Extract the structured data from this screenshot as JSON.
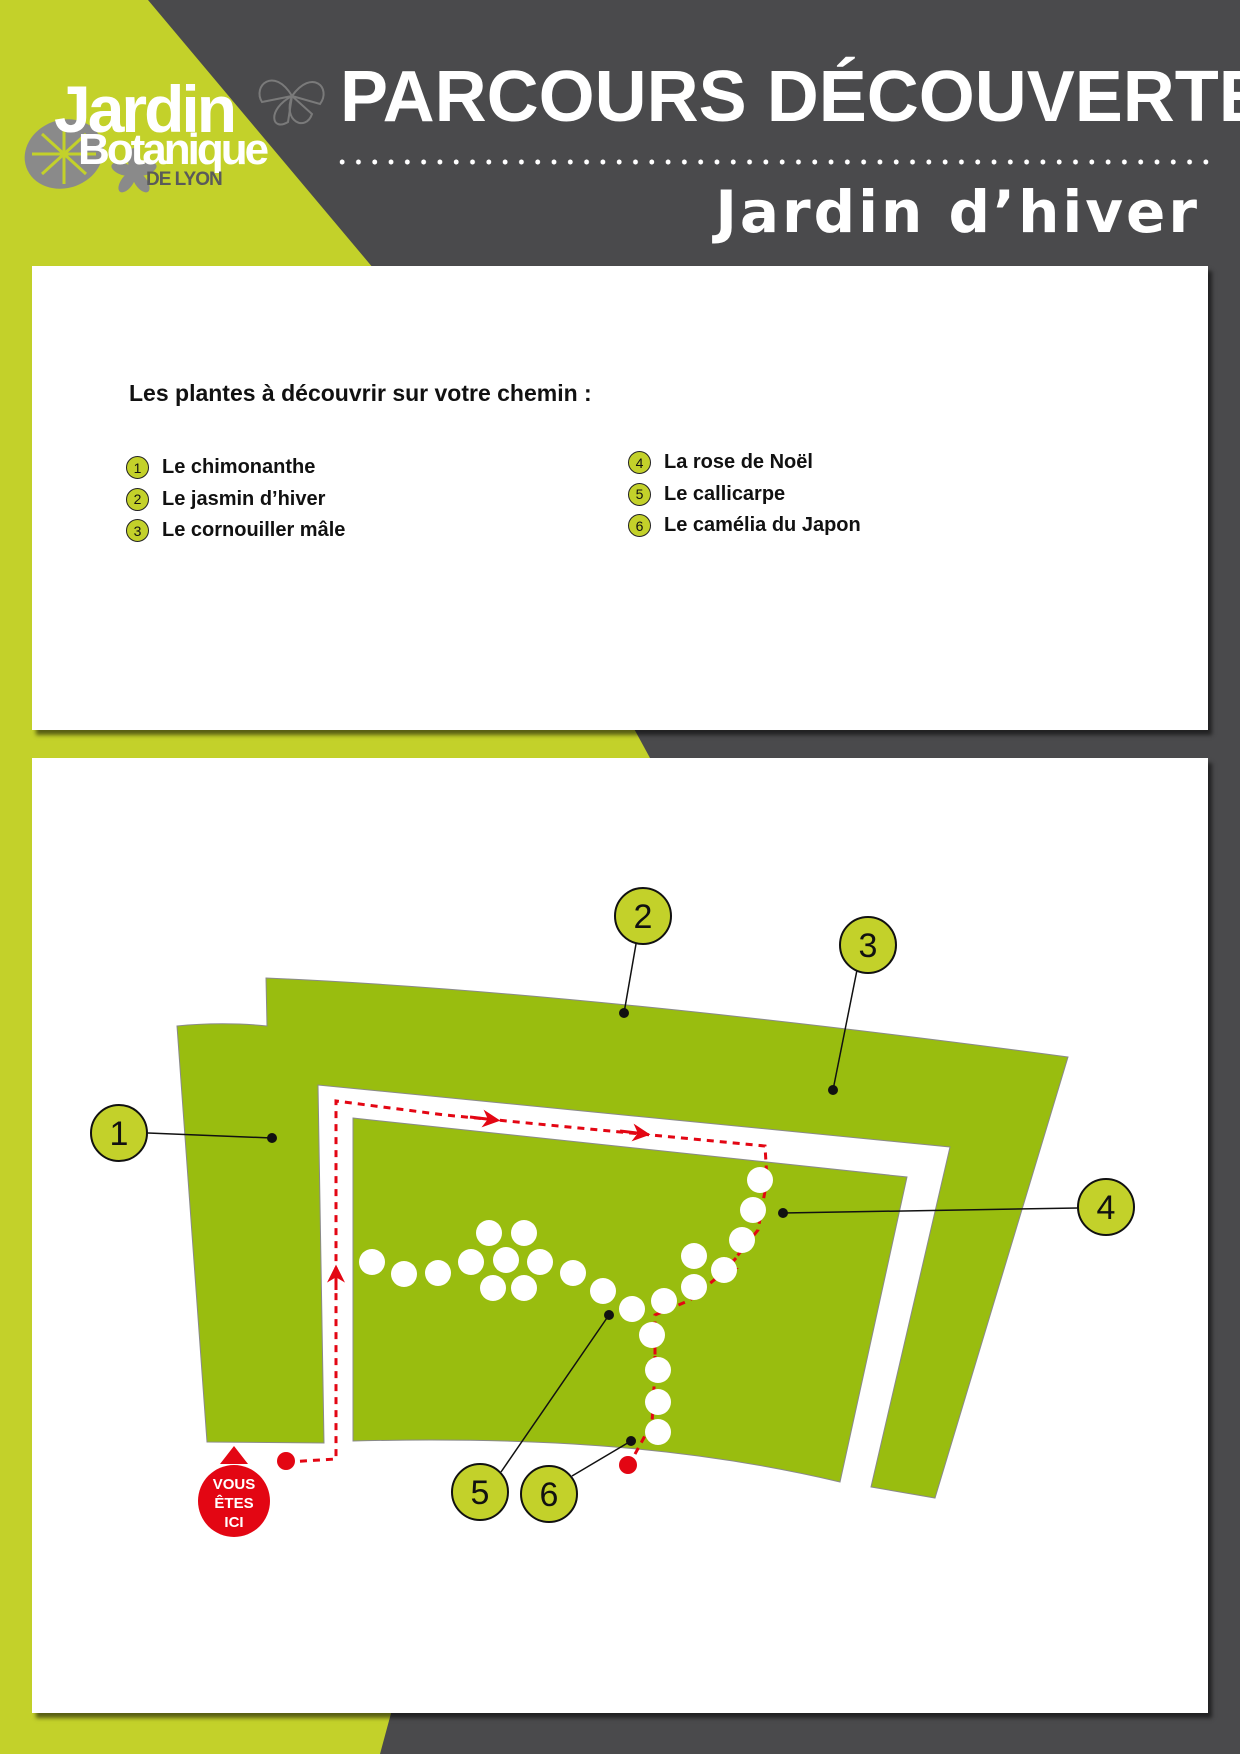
{
  "header": {
    "title": "PARCOURS DÉCOUVERTE",
    "subtitle": "Jardin d’hiver"
  },
  "logo": {
    "line1": "Jardin",
    "line2": "Botanique",
    "line3": "DE LYON"
  },
  "intro": "Les plantes à découvrir sur votre chemin :",
  "plants": [
    {
      "number": "1",
      "name": "Le chimonanthe"
    },
    {
      "number": "2",
      "name": "Le jasmin d’hiver"
    },
    {
      "number": "3",
      "name": "Le cornouiller mâle"
    },
    {
      "number": "4",
      "name": "La rose de Noël"
    },
    {
      "number": "5",
      "name": "Le callicarpe"
    },
    {
      "number": "6",
      "name": "Le camélia du Japon"
    }
  ],
  "map": {
    "markers": [
      "1",
      "2",
      "3",
      "4",
      "5",
      "6"
    ],
    "you_are_here": [
      "VOUS",
      "ÊTES",
      "ICI"
    ]
  },
  "colors": {
    "lime": "#c3d12a",
    "dark_grey": "#4a4a4c",
    "bed_green": "#99bd0f",
    "route_red": "#e30613"
  }
}
